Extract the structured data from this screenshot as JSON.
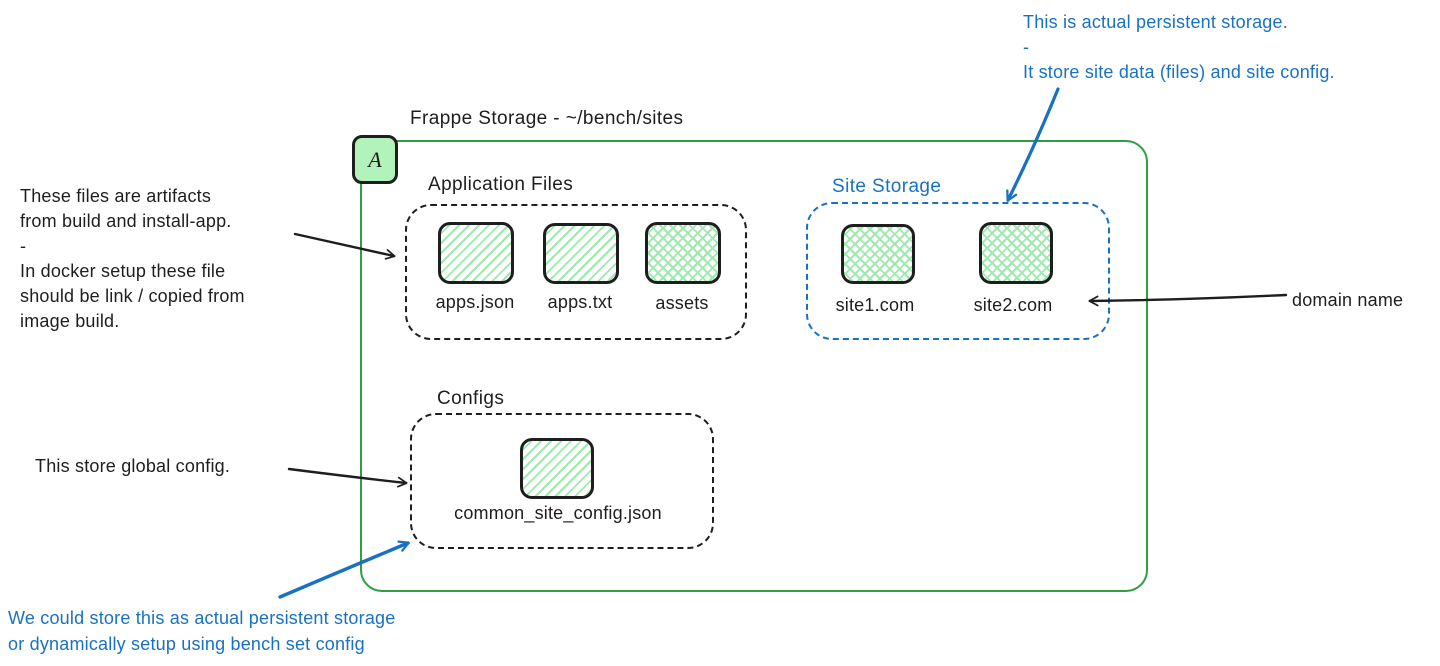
{
  "colors": {
    "ink": "#1e1e1e",
    "accent_blue": "#1971c2",
    "container_green": "#2f9e44",
    "fill_light_green": "#b2f2bb"
  },
  "diagram": {
    "title": "Frappe Storage - ~/bench/sites",
    "badge_label": "A"
  },
  "groups": {
    "application_files": {
      "label": "Application Files",
      "items": [
        {
          "name": "apps.json",
          "fill": "hachure"
        },
        {
          "name": "apps.txt",
          "fill": "hachure"
        },
        {
          "name": "assets",
          "fill": "cross-hatch"
        }
      ]
    },
    "site_storage": {
      "label": "Site Storage",
      "items": [
        {
          "name": "site1.com",
          "fill": "cross-hatch"
        },
        {
          "name": "site2.com",
          "fill": "cross-hatch"
        }
      ]
    },
    "configs": {
      "label": "Configs",
      "items": [
        {
          "name": "common_site_config.json",
          "fill": "hachure"
        }
      ]
    }
  },
  "notes": {
    "persistent_storage": {
      "lines": [
        "This is actual persistent storage.",
        "-",
        "It store site data (files) and site config."
      ]
    },
    "build_artifacts": {
      "lines": [
        "These files are artifacts",
        "from build and install-app.",
        "-",
        "In docker setup these file",
        "should be link / copied from",
        "image build."
      ]
    },
    "global_config": {
      "text": "This store global config."
    },
    "domain_name": {
      "text": "domain name"
    },
    "common_config_storage": {
      "lines": [
        "We could store this as actual persistent storage",
        "or dynamically setup using bench set config"
      ]
    }
  }
}
